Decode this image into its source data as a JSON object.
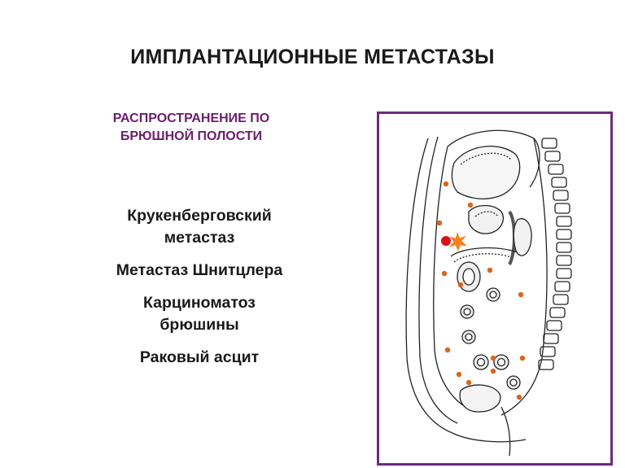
{
  "slide": {
    "title": "ИМПЛАНТАЦИОННЫЕ МЕТАСТАЗЫ",
    "subtitle_line1": "РАСПРОСТРАНЕНИЕ ПО",
    "subtitle_line2": "БРЮШНОЙ  ПОЛОСТИ"
  },
  "terms": [
    {
      "line1": "Крукенберговский",
      "line2": "метастаз"
    },
    {
      "line1": "Метастаз Шнитцлера",
      "line2": ""
    },
    {
      "line1": "Карциноматоз",
      "line2": "брюшины"
    },
    {
      "line1": "Раковый асцит",
      "line2": ""
    }
  ],
  "colors": {
    "title": "#1a1a1a",
    "subtitle": "#6b1e6b",
    "frame_border": "#6d2a7d",
    "metastasis_dot": "#d9661e",
    "primary_tumor": "#e0101a",
    "star_burst": "#f5821f"
  },
  "figure": {
    "description_icon": "sagittal-abdomen-illustration"
  }
}
